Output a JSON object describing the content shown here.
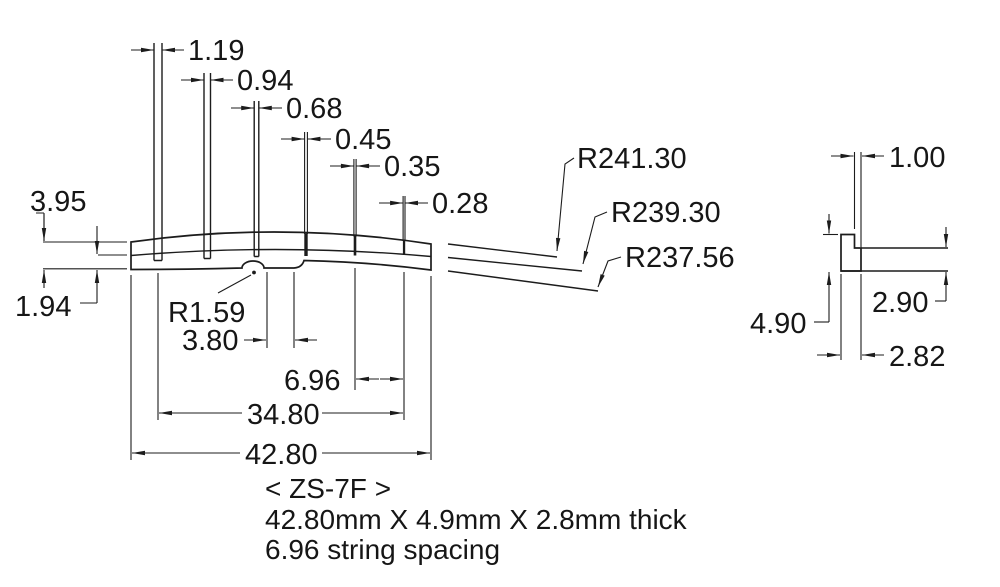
{
  "drawing": {
    "title_model": "< ZS-7F >",
    "front_view": {
      "slot_width_dims": [
        "1.19",
        "0.94",
        "0.68",
        "0.45",
        "0.35",
        "0.28"
      ],
      "end_height_dim": "3.95",
      "bottom_band_dim": "1.94",
      "notch_radius_dim": "R1.59",
      "notch_width_dim": "3.80",
      "string_spacing_dim": "6.96",
      "string_span_dim": "34.80",
      "total_width_dim": "42.80",
      "radius_dims": [
        "R241.30",
        "R239.30",
        "R237.56"
      ]
    },
    "side_view": {
      "top_width_dim": "1.00",
      "right_height_dim": "2.90",
      "total_height_dim": "4.90",
      "bottom_width_dim": "2.82"
    },
    "notes": {
      "model": "< ZS-7F >",
      "size": "42.80mm X 4.9mm X 2.8mm thick",
      "spacing": "6.96 string spacing"
    },
    "colors": {
      "line": "#1c1c1c",
      "background": "#ffffff"
    }
  }
}
